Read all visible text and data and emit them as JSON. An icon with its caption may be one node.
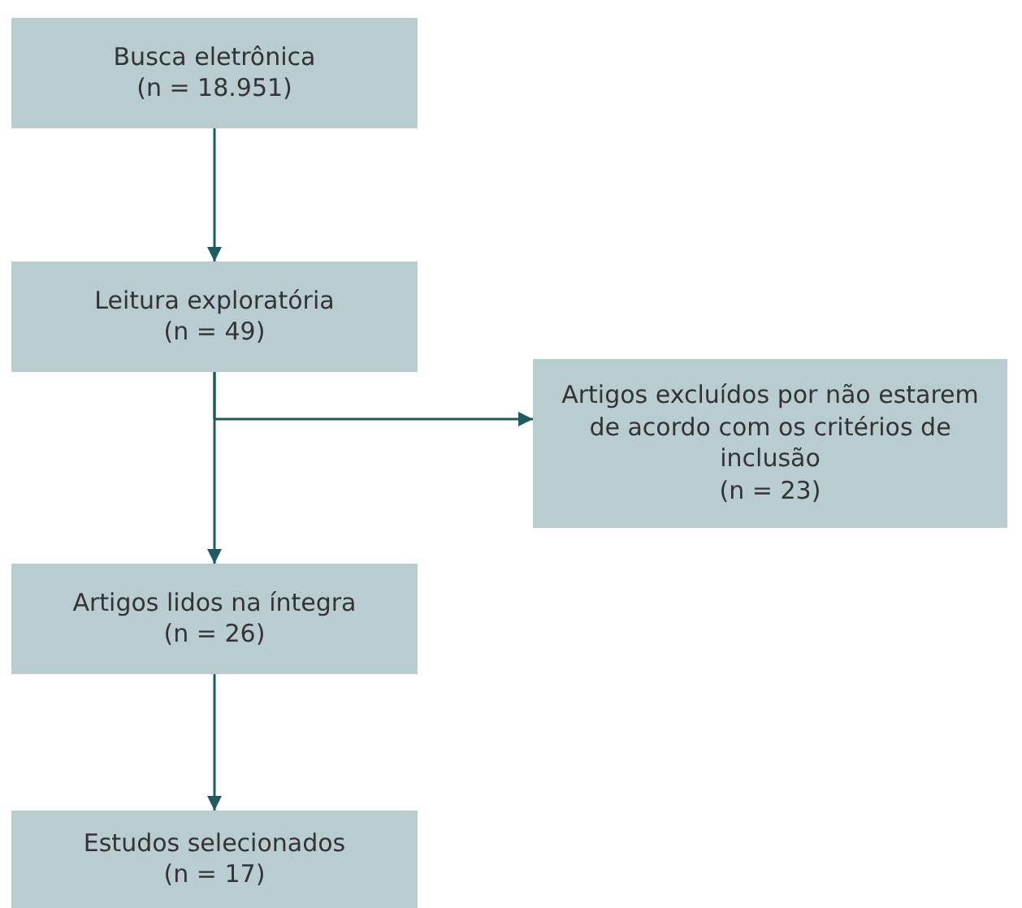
{
  "diagram": {
    "nodes": [
      {
        "text": [
          "Busca eletrônica",
          "(n = 18.951)"
        ]
      },
      {
        "text": [
          "Leitura exploratória",
          "(n = 49)"
        ]
      },
      {
        "text": [
          "Artigos excluídos por não estarem de acordo com os critérios de inclusão",
          "(n = 23)"
        ]
      },
      {
        "text": [
          "Artigos lidos na íntegra",
          "(n = 26)"
        ]
      },
      {
        "text": [
          "Estudos selecionados",
          "(n = 17)"
        ]
      }
    ],
    "edges": [
      {
        "from": 0,
        "to": 1,
        "arrow": "to"
      },
      {
        "from": 1,
        "to": 2,
        "arrow": "to"
      },
      {
        "from": 1,
        "to": 3,
        "arrow": "to"
      },
      {
        "from": 3,
        "to": 4,
        "arrow": "to"
      }
    ]
  }
}
